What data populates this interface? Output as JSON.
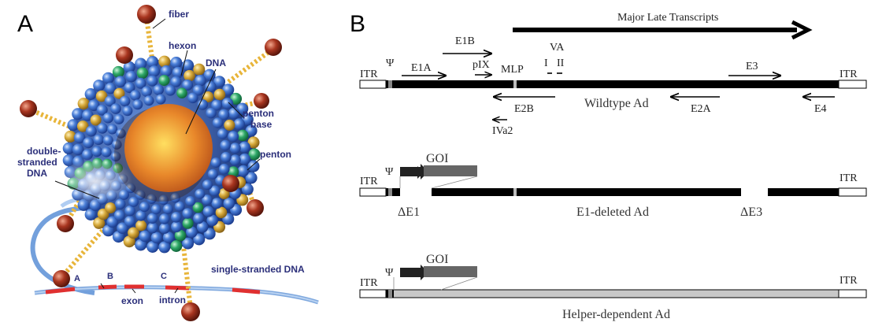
{
  "panel_a": {
    "letter": "A",
    "labels": {
      "fiber": "fiber",
      "hexon": "hexon",
      "dna": "DNA",
      "penton_base_1": "penton",
      "penton_base_2": "base",
      "penton": "penton",
      "ds_1": "double-",
      "ds_2": "stranded",
      "ds_3": "DNA",
      "ss": "single-stranded DNA",
      "a": "A",
      "b": "B",
      "c": "C",
      "exon": "exon",
      "intron": "intron"
    },
    "colors": {
      "hexon_blue": "#3d6fd0",
      "hexon_gold": "#d6a93a",
      "penton_green": "#2fa868",
      "fiber_knob": "#a8351f",
      "fiber_shaft": "#e8b53a",
      "dna_strand": "#5b8fd6",
      "exon_red": "#e03030",
      "core_orange": "#e8872a",
      "label_navy": "#2b2f7a"
    }
  },
  "panel_b": {
    "letter": "B",
    "major_late": "Major Late Transcripts",
    "wildtype": {
      "itr_left": "ITR",
      "psi": "Ψ",
      "e1a": "E1A",
      "e1b": "E1B",
      "pix": "pIX",
      "mlp": "MLP",
      "va": "VA",
      "va_i": "I",
      "va_ii": "II",
      "e3": "E3",
      "itr_right": "ITR",
      "e2b": "E2B",
      "iva2": "IVa2",
      "name": "Wildtype Ad",
      "e2a": "E2A",
      "e4": "E4"
    },
    "e1deleted": {
      "itr_left": "ITR",
      "psi": "Ψ",
      "goi": "GOI",
      "itr_right": "ITR",
      "de1": "ΔE1",
      "name": "E1-deleted Ad",
      "de3": "ΔE3"
    },
    "helper": {
      "itr_left": "ITR",
      "psi": "Ψ",
      "goi": "GOI",
      "itr_right": "ITR",
      "name": "Helper-dependent Ad"
    },
    "colors": {
      "genome": "#000000",
      "goi_box": "#666666",
      "helper_body": "#c8c8c8",
      "itr_box": "#ffffff"
    }
  }
}
